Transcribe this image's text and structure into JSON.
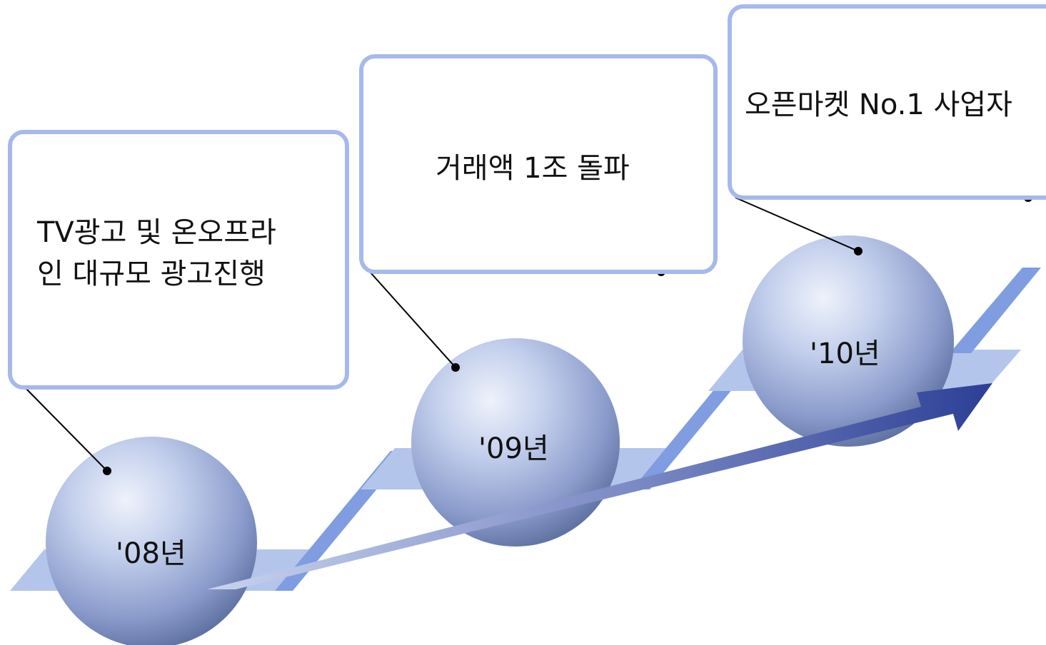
{
  "milestones": [
    {
      "year": "'08년",
      "description": "TV광고 및 온오프라\n인 대규모 광고진행"
    },
    {
      "year": "'09년",
      "description": "거래액 1조 돌파"
    },
    {
      "year": "'10년",
      "description": "오픈마켓 No.1 사업자"
    }
  ],
  "colors": {
    "callout_border": "#a6b9ec",
    "step_light": "#b4c5ec",
    "step_dark": "#7f9de0",
    "sphere_highlight": "#eef2fb",
    "sphere_shadow": "#5b6d9c",
    "arrow_start": "#c9d3ee",
    "arrow_end": "#2c3f95",
    "leader_line": "#000000"
  },
  "icons": [
    "sphere",
    "staircase",
    "rising-arrow"
  ]
}
